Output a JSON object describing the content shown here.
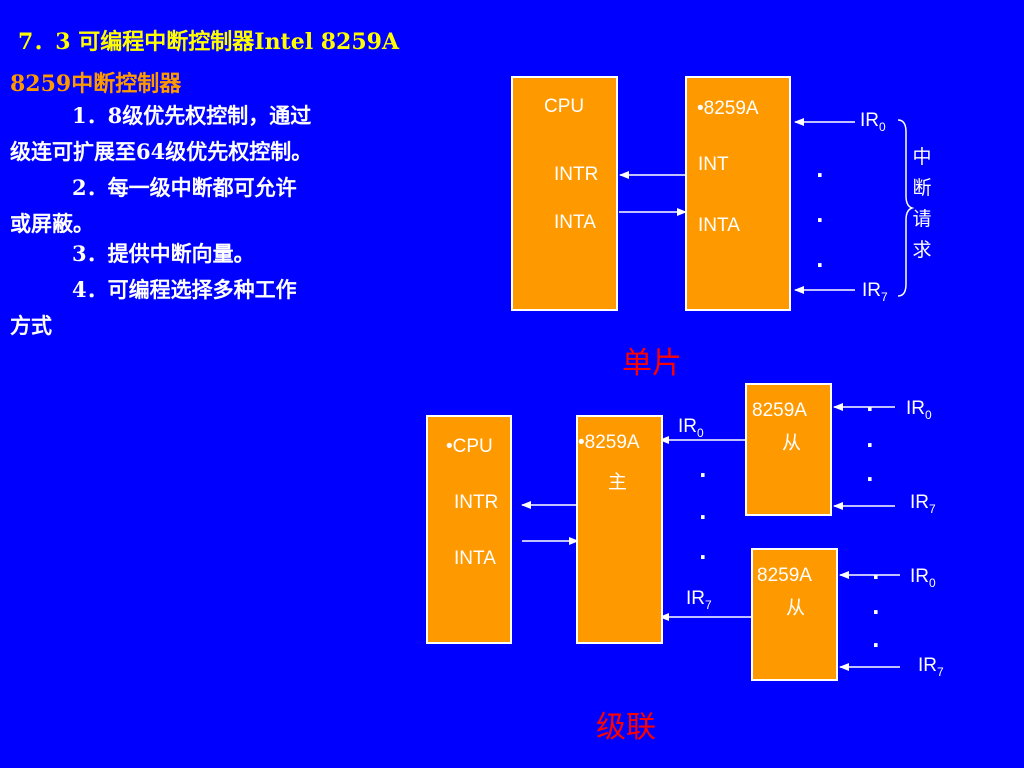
{
  "slide": {
    "title": "7．3 可编程中断控制器Intel 8259A",
    "subtitle": "8259中断控制器",
    "points": [
      {
        "line1": "1．8级优先权控制，通过",
        "line2": "级连可扩展至64级优先权控制。"
      },
      {
        "line1": "2．每一级中断都可允许",
        "line2": "或屏蔽。"
      },
      {
        "line1": "3．提供中断向量。"
      },
      {
        "line1": "4．可编程选择多种工作",
        "line2": "方式"
      }
    ]
  },
  "single": {
    "cpu_label": "CPU",
    "cpu_intr": "INTR",
    "cpu_inta": "INTA",
    "pic_label": "•8259A",
    "pic_int": "INT",
    "pic_inta": "INTA",
    "ir0": {
      "base": "IR",
      "sub": "0"
    },
    "ir7": {
      "base": "IR",
      "sub": "7"
    },
    "dot": ".",
    "request_chars": [
      "中",
      "断",
      "请",
      "求"
    ],
    "caption": "单片"
  },
  "cascade": {
    "cpu_label": "•CPU",
    "cpu_intr": "INTR",
    "cpu_inta": "INTA",
    "master_label": "•8259A",
    "master_role": "主",
    "slave1_label": "8259A",
    "slave1_role": "从",
    "slave2_label": "8259A",
    "slave2_role": "从",
    "ir0": {
      "base": "IR",
      "sub": "0"
    },
    "ir7": {
      "base": "IR",
      "sub": "7"
    },
    "dot": ".",
    "caption": "级联"
  },
  "colors": {
    "background": "#0000FF",
    "box": "#FF9900",
    "title": "#FFFF00",
    "caption": "#FF0000"
  }
}
